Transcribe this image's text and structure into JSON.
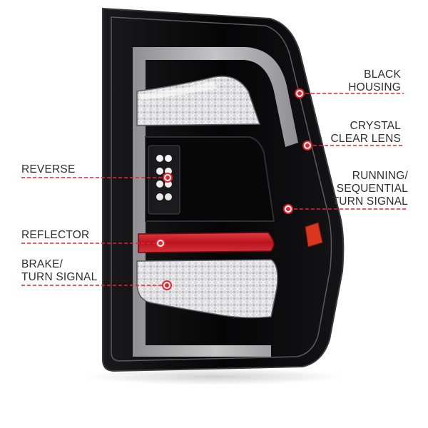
{
  "colors": {
    "callout_line": "#e8232c",
    "callout_dot": "#e8232c",
    "housing": "#0b0b0c",
    "reflector": "#c81e28",
    "side_marker": "#e0281e"
  },
  "callouts": {
    "black_housing": {
      "line1": "BLACK",
      "line2": "HOUSING"
    },
    "crystal_clear_lens": {
      "line1": "CRYSTAL",
      "line2": "CLEAR LENS"
    },
    "running_sequential": {
      "line1": "RUNNING/",
      "line2": "SEQUENTIAL",
      "line3": "TURN SIGNAL"
    },
    "reverse": {
      "line1": "REVERSE"
    },
    "reflector": {
      "line1": "REFLECTOR"
    },
    "brake_turn": {
      "line1": "BRAKE/",
      "line2": "TURN SIGNAL"
    }
  }
}
